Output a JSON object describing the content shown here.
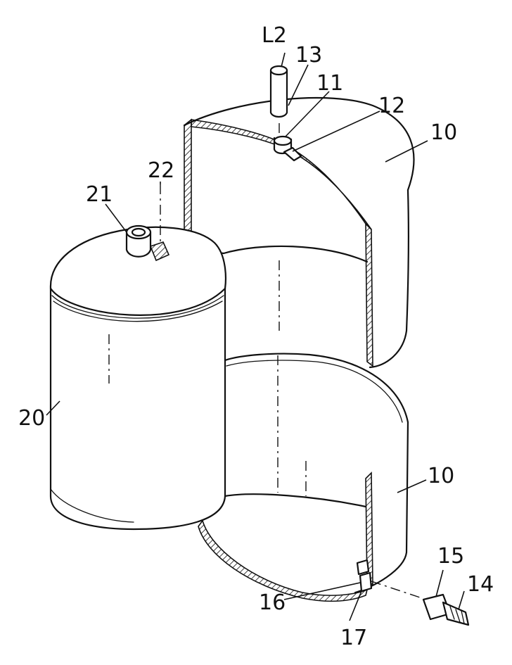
{
  "labels": {
    "l12_top": "L2",
    "l13": "13",
    "l11": "11",
    "l12": "12",
    "l10_upper": "10",
    "l22": "22",
    "l21": "21",
    "l20": "20",
    "l10_lower": "10",
    "l15": "15",
    "l14": "14",
    "l16": "16",
    "l17": "17"
  }
}
